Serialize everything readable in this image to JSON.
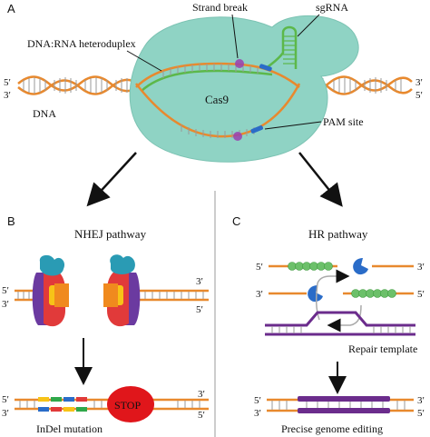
{
  "panels": {
    "a": {
      "letter": "A"
    },
    "b": {
      "letter": "B",
      "title": "NHEJ pathway"
    },
    "c": {
      "letter": "C",
      "title": "HR pathway"
    }
  },
  "labels": {
    "strand_break": "Strand break",
    "sgrna": "sgRNA",
    "heteroduplex": "DNA:RNA heteroduplex",
    "dna": "DNA",
    "cas9": "Cas9",
    "pam_site": "PAM site",
    "indel_mutation": "InDel mutation",
    "stop": "STOP",
    "repair_template": "Repair template",
    "precise_editing": "Precise genome editing"
  },
  "ends": {
    "five_prime": "5′",
    "three_prime": "3′"
  },
  "colors": {
    "cas9_body": "#8fd3c4",
    "strand_orange": "#e8892e",
    "strand_green": "#5cb84a",
    "pam_blue": "#2a6cc8",
    "break_purple": "#9a3fb0",
    "template_purple": "#6b2c8c",
    "stop_red": "#e0161b"
  }
}
